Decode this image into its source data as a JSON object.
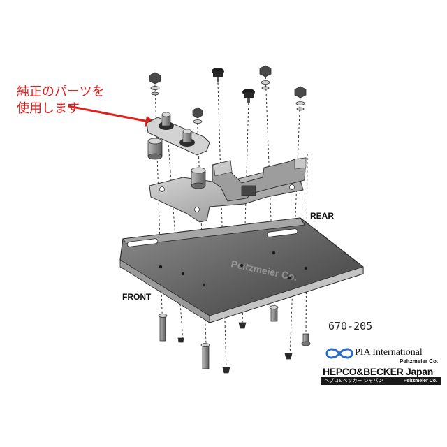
{
  "annotation": {
    "line1": "純正のパーツを",
    "line2": "使用します",
    "color": "#e0201c"
  },
  "labels": {
    "front": "FRONT",
    "rear": "REAR",
    "part_number": "670-205"
  },
  "watermark": "Peitzmeier Co.",
  "brand": {
    "pia_name": "PIA International",
    "pia_sub": "Peitzmeier Co.",
    "hepco": "HEPCO&BECKER Japan",
    "kana": "ヘプコ&ベッカー ジャパン",
    "hepco_sub": "Peitzmeier Co."
  }
}
